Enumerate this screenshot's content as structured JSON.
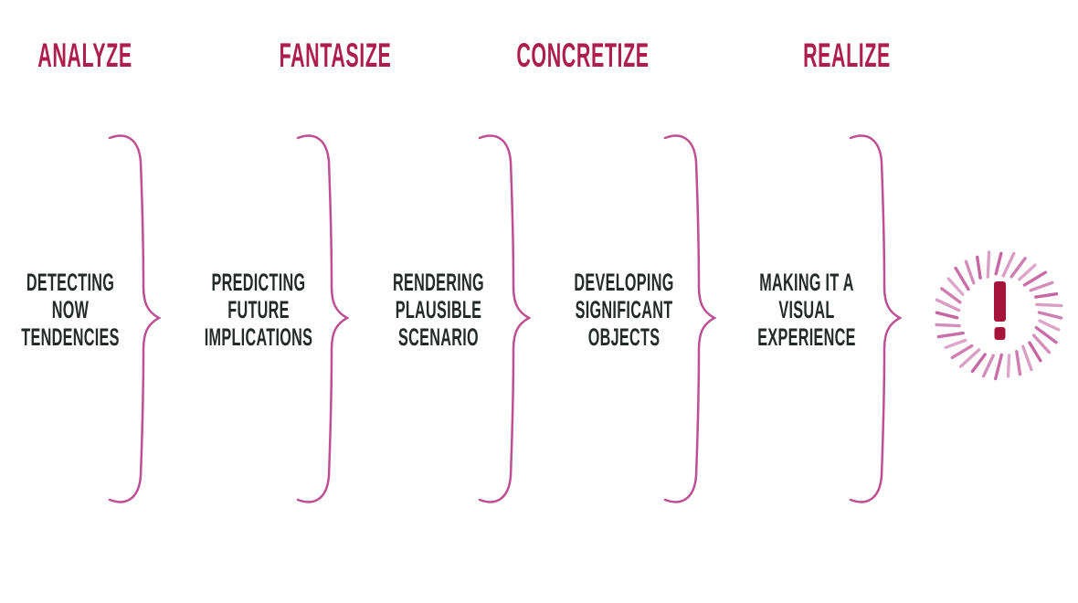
{
  "phases": [
    {
      "label": "ANALYZE"
    },
    {
      "label": "FANTASIZE"
    },
    {
      "label": "CONCRETIZE"
    },
    {
      "label": "REALIZE"
    }
  ],
  "steps": [
    {
      "lines": [
        "DETECTING",
        "NOW",
        "TENDENCIES"
      ]
    },
    {
      "lines": [
        "PREDICTING",
        "FUTURE",
        "IMPLICATIONS"
      ]
    },
    {
      "lines": [
        "RENDERING",
        "PLAUSIBLE",
        "SCENARIO"
      ]
    },
    {
      "lines": [
        "DEVELOPING",
        "SIGNIFICANT",
        "OBJECTS"
      ]
    },
    {
      "lines": [
        "MAKING IT A",
        "VISUAL",
        "EXPERIENCE"
      ]
    }
  ],
  "result": {
    "symbol": "!",
    "icon": "exclamation-burst-icon"
  },
  "colors": {
    "phase_label": "#ad1e4d",
    "step_text": "#252a28",
    "brace": "#bd4f92",
    "burst_dash": "#c35f9f",
    "exclamation": "#a6143a",
    "background": "#ffffff"
  }
}
